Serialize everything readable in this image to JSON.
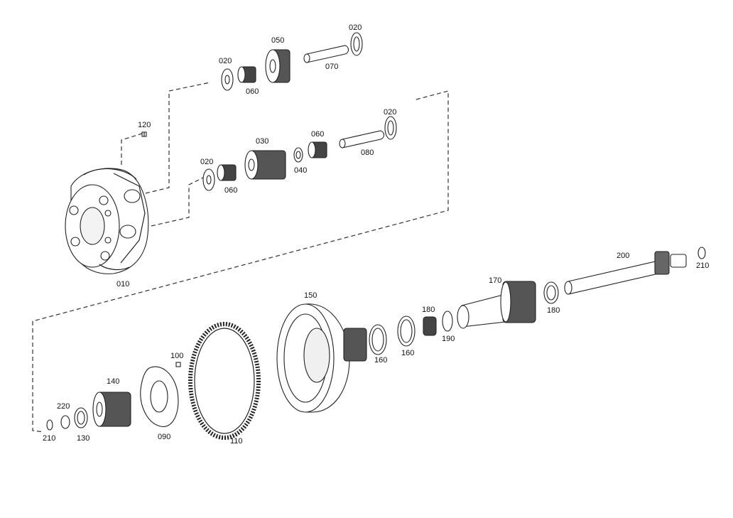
{
  "diagram": {
    "labels": {
      "p010": "010",
      "p020a": "020",
      "p020b": "020",
      "p020c": "020",
      "p020d": "020",
      "p030": "030",
      "p040": "040",
      "p050": "050",
      "p060a": "060",
      "p060b": "060",
      "p060c": "060",
      "p070": "070",
      "p080": "080",
      "p090": "090",
      "p100": "100",
      "p110": "110",
      "p120": "120",
      "p130": "130",
      "p140": "140",
      "p150": "150",
      "p160a": "160",
      "p160b": "160",
      "p170": "170",
      "p180a": "180",
      "p180b": "180",
      "p190": "190",
      "p200": "200",
      "p210a": "210",
      "p210b": "210",
      "p220": "220"
    }
  }
}
